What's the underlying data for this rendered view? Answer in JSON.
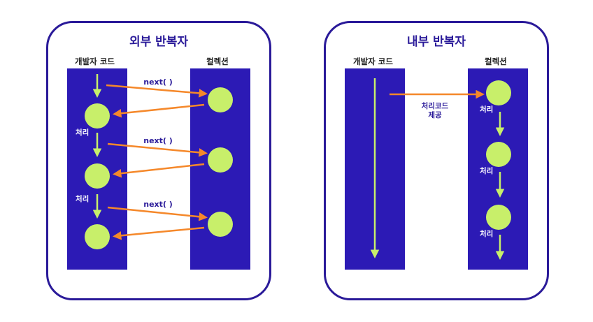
{
  "external": {
    "title": "외부 반복자",
    "developer_label": "개발자 코드",
    "collection_label": "컬렉션",
    "call_labels": [
      "next( )",
      "next( )",
      "next( )"
    ],
    "process_labels": [
      "처리",
      "처리"
    ]
  },
  "internal": {
    "title": "내부 반복자",
    "developer_label": "개발자 코드",
    "collection_label": "컬렉션",
    "provide_label_line1": "처리코드",
    "provide_label_line2": "제공",
    "process_labels": [
      "처리",
      "처리",
      "처리"
    ]
  },
  "colors": {
    "panel_border": "#2a1a99",
    "column_fill": "#2c1ab5",
    "node_fill": "#c8ef6a",
    "flow_arrow": "#c8ef6a",
    "call_arrow": "#f5882a",
    "label_text": "#2a1a99"
  }
}
